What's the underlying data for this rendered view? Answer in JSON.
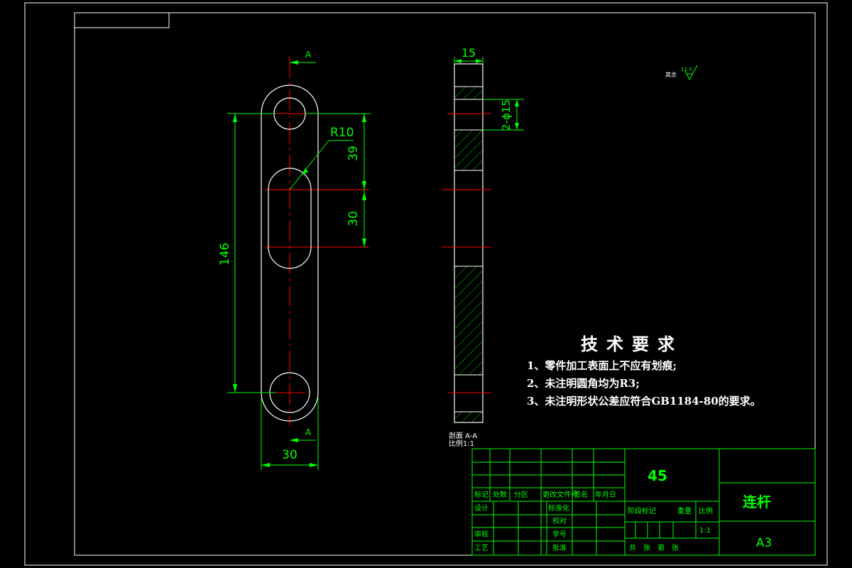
{
  "colors": {
    "background": "#000000",
    "outline": "#ffffff",
    "dimension": "#00ff00",
    "centerline": "#ff0000"
  },
  "front_view": {
    "section_marker_top": "A",
    "section_marker_bottom": "A",
    "dim_overall_length": "146",
    "dim_upper_slot": "39",
    "dim_slot_length": "30",
    "dim_radius": "R10",
    "dim_width": "30"
  },
  "section_view": {
    "dim_thickness": "15",
    "dim_holes": "2-ϕ15",
    "section_label": "剖面 A-A",
    "scale_label": "比例1:1"
  },
  "surface_finish": {
    "note": "其余",
    "value": "12.5"
  },
  "technical_requirements": {
    "title": "技术要求",
    "items": [
      "1、零件加工表面上不应有划痕;",
      "2、未注明圆角均为R3;",
      "3、未注明形状公差应符合GB1184-80的要求。"
    ]
  },
  "title_block": {
    "header_labels": [
      "标记",
      "处数",
      "分区",
      "更改文件号",
      "签名",
      "年月日"
    ],
    "design_label": "设计",
    "standardize_label": "标准化",
    "check_label": "审核",
    "process_label": "工艺",
    "proofread_label": "校对",
    "student_no_label": "学号",
    "approve_label": "批准",
    "stage_label": "阶段标记",
    "weight_label": "重量",
    "ratio_label": "比例",
    "ratio_value": "1:1",
    "sheets_label": "共　张　第　张",
    "material": "45",
    "part_name": "连杆",
    "paper_size": "A3"
  }
}
